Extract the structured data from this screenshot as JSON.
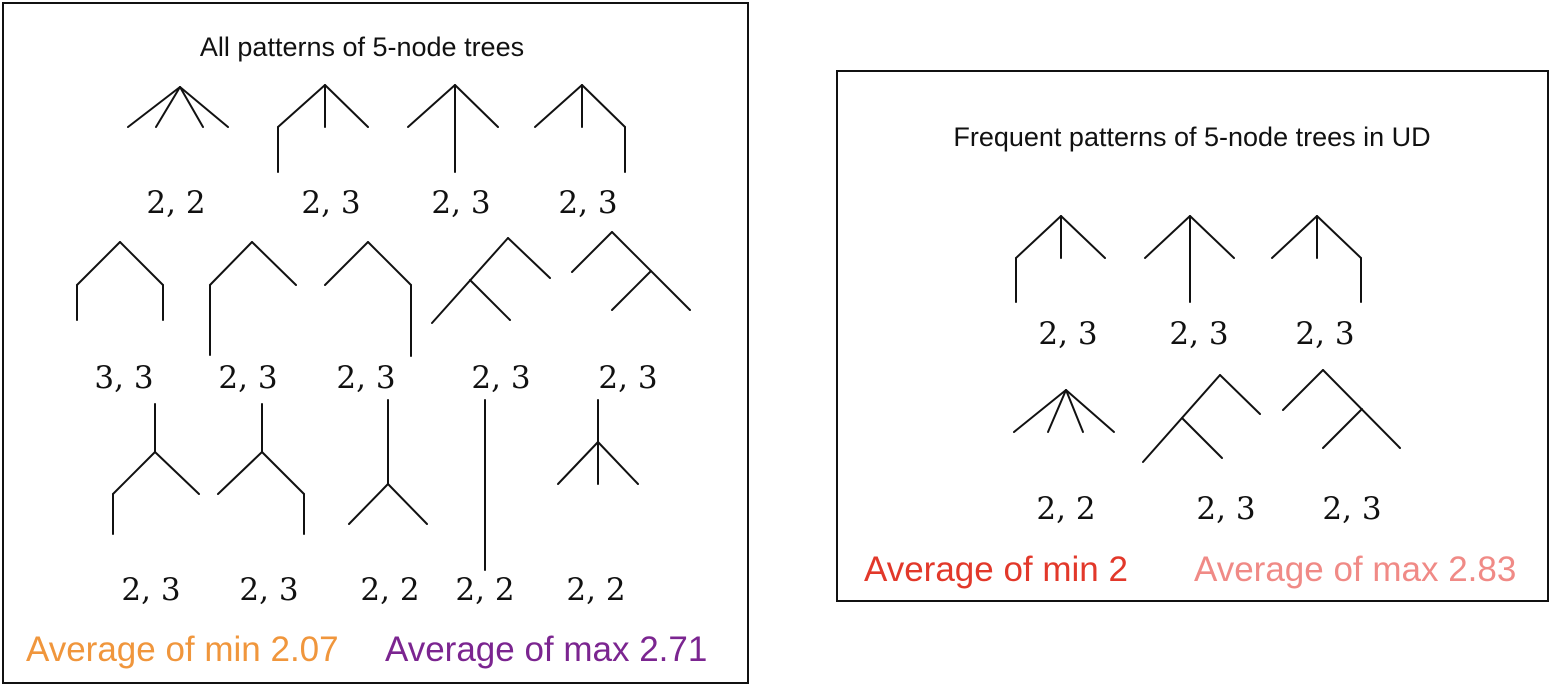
{
  "left": {
    "title": "All patterns of 5-node trees",
    "labels": [
      "2, 2",
      "2, 3",
      "2, 3",
      "2, 3",
      "3, 3",
      "2, 3",
      "2, 3",
      "2, 3",
      "2, 3",
      "2, 3",
      "2, 3",
      "2, 2",
      "2, 2",
      "2, 2"
    ],
    "avg_min": "Average of min 2.07",
    "avg_max": "Average of max 2.71",
    "avg_min_color": "#f0963c",
    "avg_max_color": "#7b2590"
  },
  "right": {
    "title": "Frequent patterns of 5-node trees in UD",
    "labels": [
      "2, 3",
      "2, 3",
      "2, 3",
      "2, 2",
      "2, 3",
      "2, 3"
    ],
    "avg_min": "Average of min 2",
    "avg_max": "Average of max 2.83",
    "avg_min_color": "#e2382a",
    "avg_max_color": "#f08a86"
  }
}
